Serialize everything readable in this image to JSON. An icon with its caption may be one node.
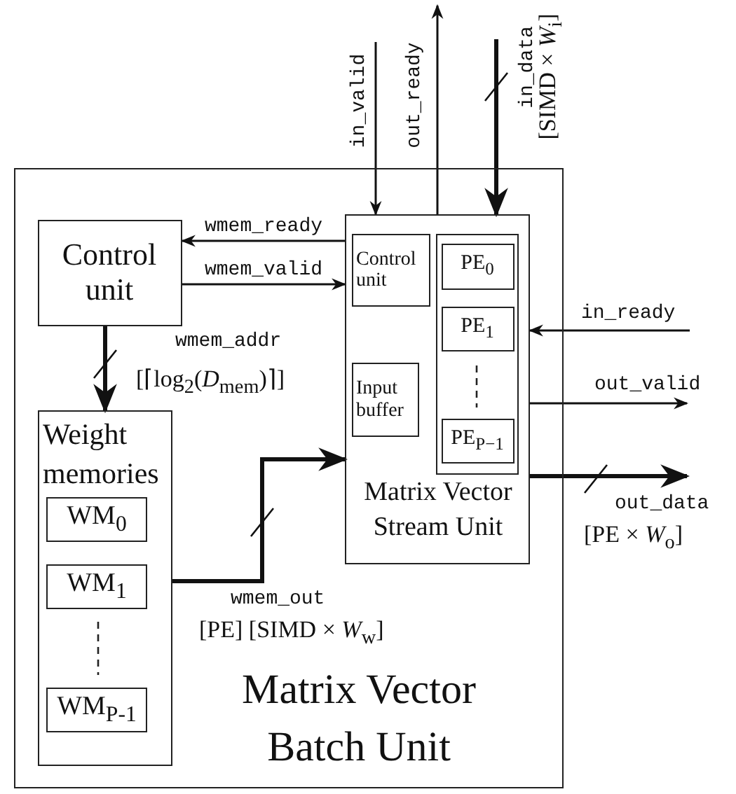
{
  "diagram": {
    "nodes": [
      {
        "text": [
          "Matrix Vector Batch Unit"
        ]
      },
      {
        "text": [
          "Control unit"
        ],
        "in": 0
      },
      {
        "text": [
          "Matrix Vector Stream Unit"
        ],
        "in": 0
      },
      {
        "text": [
          "Control unit"
        ],
        "in": 2
      },
      {
        "text": [
          "Input buffer"
        ],
        "in": 2
      },
      {
        "text": [],
        "shape": "box",
        "in": 2
      },
      {
        "text": [
          "PE$_{0}$"
        ],
        "in": 5
      },
      {
        "text": [
          "PE$_{1}$"
        ],
        "in": 5
      },
      {
        "text": [
          "PE$_{P−1}$"
        ],
        "in": 5
      },
      {
        "text": [
          "Weight memories"
        ],
        "in": 0
      },
      {
        "text": [
          "WM$_{0}$"
        ],
        "in": 9
      },
      {
        "text": [
          "WM$_{1}$"
        ],
        "in": 9
      },
      {
        "text": [
          "WM$_{P-1}$"
        ],
        "in": 9
      }
    ],
    "edges": [
      {
        "from": null,
        "to": 2,
        "arrow": "to",
        "label": "in_valid"
      },
      {
        "from": 2,
        "to": null,
        "arrow": "to",
        "label": "out_ready"
      },
      {
        "from": null,
        "to": 2,
        "arrow": "to",
        "label": "in_data",
        "style": "thick"
      },
      {
        "from": 2,
        "to": 1,
        "arrow": "to",
        "label": "wmem_ready"
      },
      {
        "from": 1,
        "to": 2,
        "arrow": "to",
        "label": "wmem_valid"
      },
      {
        "from": 1,
        "to": 9,
        "arrow": "to",
        "label": "wmem_addr",
        "style": "thick"
      },
      {
        "from": null,
        "to": 2,
        "arrow": "to",
        "label": "in_ready"
      },
      {
        "from": 2,
        "to": null,
        "arrow": "to",
        "label": "out_valid"
      },
      {
        "from": 2,
        "to": null,
        "arrow": "to",
        "label": "out_data",
        "style": "thick"
      },
      {
        "from": 9,
        "to": 2,
        "arrow": "to",
        "label": "wmem_out",
        "style": "thick"
      }
    ],
    "labels": [
      "[SIMD × *W*$_{i}$]",
      "[⌈log$_{2}$(*D*$_{mem}$)⌉]",
      "[PE × *W*$_{o}$]",
      "[PE] [SIMD × *W*$_{w}$]"
    ]
  }
}
